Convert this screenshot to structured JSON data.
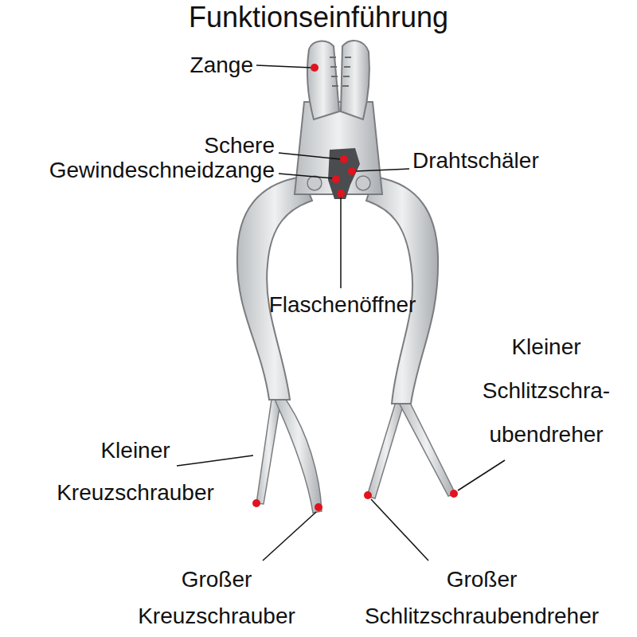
{
  "diagram": {
    "title": "Funktionseinführung",
    "labels": [
      "Zange",
      "Schere",
      "Gewindeschneidzange",
      "Drahtschäler",
      "Flaschenöffner",
      "Kleiner Schlitzschra- ubendreher",
      "Kleiner Kreuzschrauber",
      "Großer Kreuzschrauber",
      "Großer Schlitzschraubendreher"
    ]
  }
}
